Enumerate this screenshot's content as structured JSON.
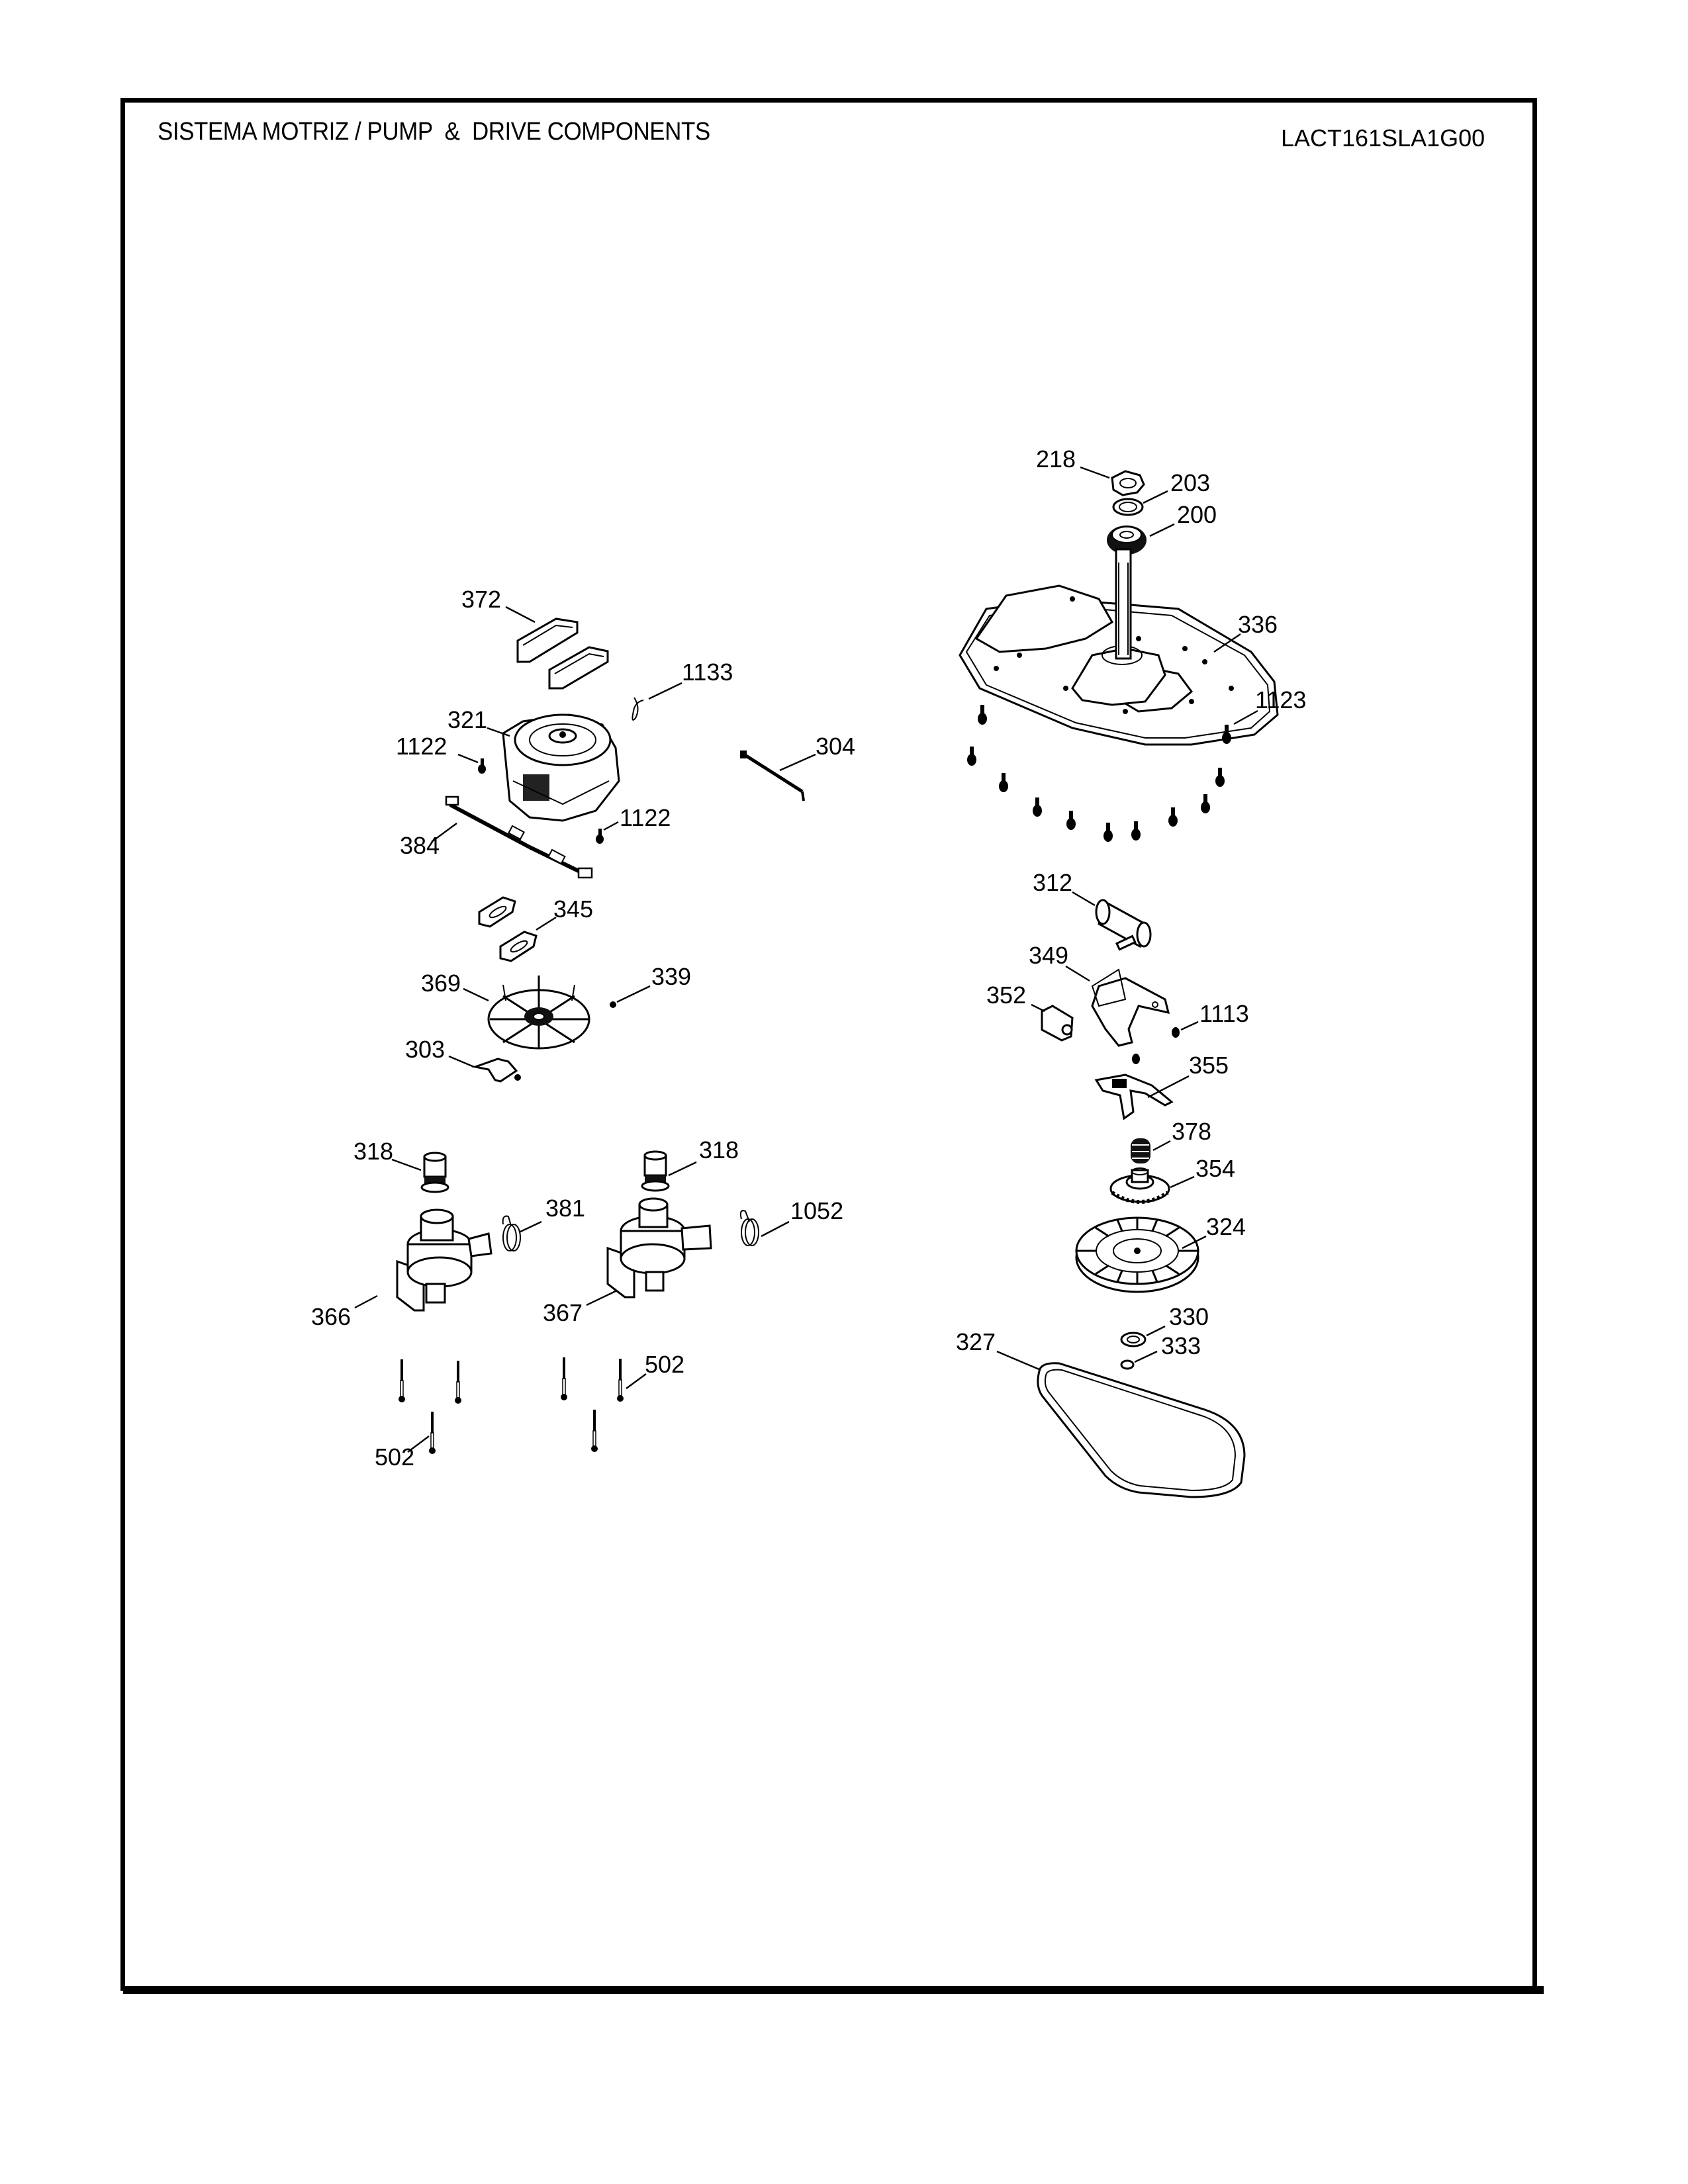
{
  "header": {
    "title": "SISTEMA MOTRIZ / PUMP  &  DRIVE COMPONENTS",
    "model": "LACT161SLA1G00"
  },
  "colors": {
    "ink": "#000000",
    "paper": "#ffffff"
  },
  "callouts": {
    "c218": "218",
    "c203": "203",
    "c200": "200",
    "c336": "336",
    "c1123": "1123",
    "c372": "372",
    "c1133": "1133",
    "c321": "321",
    "c1122a": "1122",
    "c1122b": "1122",
    "c304": "304",
    "c384": "384",
    "c345": "345",
    "c369": "369",
    "c339": "339",
    "c303": "303",
    "c312": "312",
    "c349": "349",
    "c352": "352",
    "c1113": "1113",
    "c355": "355",
    "c378": "378",
    "c354": "354",
    "c324": "324",
    "c330": "330",
    "c333": "333",
    "c327": "327",
    "c318a": "318",
    "c318b": "318",
    "c381": "381",
    "c1052": "1052",
    "c366": "366",
    "c367": "367",
    "c502a": "502",
    "c502b": "502"
  },
  "parts": [
    {
      "ref": "200",
      "icon": "bearing-seal"
    },
    {
      "ref": "203",
      "icon": "washer"
    },
    {
      "ref": "218",
      "icon": "hex-nut"
    },
    {
      "ref": "303",
      "icon": "bracket"
    },
    {
      "ref": "304",
      "icon": "rod"
    },
    {
      "ref": "312",
      "icon": "capacitor"
    },
    {
      "ref": "318",
      "icon": "pump-filter"
    },
    {
      "ref": "321",
      "icon": "motor"
    },
    {
      "ref": "324",
      "icon": "pulley"
    },
    {
      "ref": "327",
      "icon": "belt"
    },
    {
      "ref": "330",
      "icon": "washer"
    },
    {
      "ref": "333",
      "icon": "o-ring"
    },
    {
      "ref": "336",
      "icon": "gearbox-base"
    },
    {
      "ref": "339",
      "icon": "screw"
    },
    {
      "ref": "345",
      "icon": "mount-pad"
    },
    {
      "ref": "349",
      "icon": "brake-lever"
    },
    {
      "ref": "352",
      "icon": "actuator"
    },
    {
      "ref": "354",
      "icon": "gear"
    },
    {
      "ref": "355",
      "icon": "clutch-fork"
    },
    {
      "ref": "366",
      "icon": "drain-pump"
    },
    {
      "ref": "367",
      "icon": "drain-pump"
    },
    {
      "ref": "369",
      "icon": "fan"
    },
    {
      "ref": "372",
      "icon": "motor-mount"
    },
    {
      "ref": "378",
      "icon": "spring"
    },
    {
      "ref": "381",
      "icon": "hose-clamp"
    },
    {
      "ref": "384",
      "icon": "wire-harness"
    },
    {
      "ref": "502",
      "icon": "screw"
    },
    {
      "ref": "1052",
      "icon": "hose-clamp"
    },
    {
      "ref": "1113",
      "icon": "screw"
    },
    {
      "ref": "1122",
      "icon": "screw"
    },
    {
      "ref": "1123",
      "icon": "screw"
    },
    {
      "ref": "1133",
      "icon": "wire-clip"
    }
  ]
}
